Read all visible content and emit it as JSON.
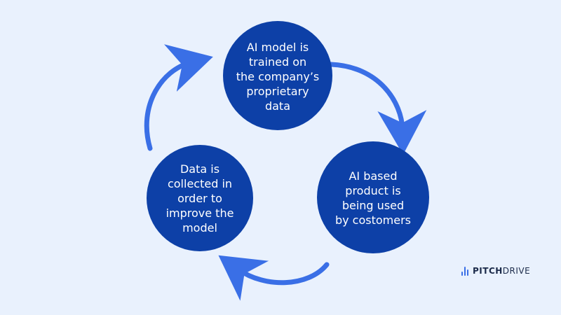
{
  "diagram": {
    "nodes": [
      {
        "id": "train",
        "label": "AI model is\ntrained on\nthe company’s\nproprietary\ndata"
      },
      {
        "id": "use",
        "label": "AI based\nproduct is\nbeing used\nby costomers"
      },
      {
        "id": "collect",
        "label": "Data is\ncollected in\norder to\nimprove the\nmodel"
      }
    ]
  },
  "brand": {
    "name_part1": "PITCH",
    "name_part2": "DRIVE",
    "logo_icon": "bar-chart-icon"
  },
  "colors": {
    "background": "#e9f1fd",
    "node_fill": "#0d40a7",
    "arrow": "#3a6fe6",
    "node_text": "#ffffff"
  }
}
